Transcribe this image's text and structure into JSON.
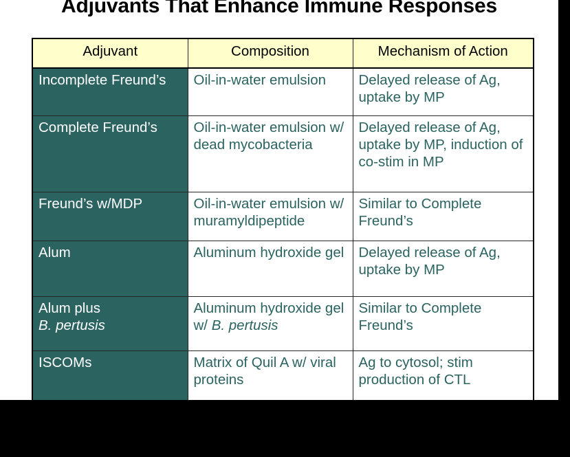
{
  "slide": {
    "title": "Adjuvants That Enhance Immune Responses",
    "background_color": "#ffffff",
    "letterbox_color": "#000000"
  },
  "table": {
    "header_background": "#ffffcc",
    "name_cell_background": "#2a6360",
    "name_cell_text_color": "#ffffff",
    "body_text_color": "#2a6360",
    "columns": [
      "Adjuvant",
      "Composition",
      "Mechanism of Action"
    ],
    "rows": [
      {
        "adjuvant": "Incomplete Freund’s",
        "composition": "Oil-in-water emulsion",
        "mechanism": "Delayed release of Ag, uptake by MP"
      },
      {
        "adjuvant": "Complete Freund’s",
        "composition": "Oil-in-water emulsion w/ dead mycobacteria",
        "mechanism": "Delayed release of Ag, uptake by MP, induction of co-stim in MP"
      },
      {
        "adjuvant": "Freund’s w/MDP",
        "composition": "Oil-in-water emulsion w/ muramyldipeptide",
        "mechanism": "Similar to Complete Freund’s"
      },
      {
        "adjuvant": "Alum",
        "composition": "Aluminum hydroxide gel",
        "mechanism": "Delayed release of Ag, uptake by MP"
      },
      {
        "adjuvant_line1": "Alum plus",
        "adjuvant_line2_italic": "B. pertusis",
        "composition_prefix": "Aluminum hydroxide gel w/ ",
        "composition_italic": "B. pertusis",
        "mechanism": "Similar to Complete Freund’s"
      },
      {
        "adjuvant": "ISCOMs",
        "composition": "Matrix of Quil A w/ viral proteins",
        "mechanism": "Ag to cytosol; stim production of CTL"
      }
    ]
  }
}
